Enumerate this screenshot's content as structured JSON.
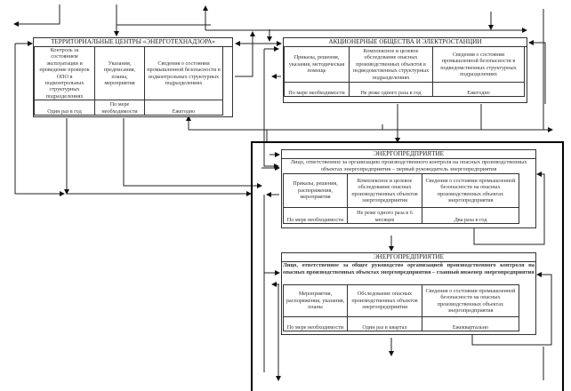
{
  "territorial": {
    "title": "ТЕРРИТОРИАЛЬНЫЕ ЦЕНТРЫ «ЭНЕРГОТЕХНАДЗОРА»",
    "columns": [
      {
        "activity": "Контроль за состоянием эксплуатации и проведение проверок ОПО в подконтрольных структурных подразделениях",
        "frequency": "Один раз в год"
      },
      {
        "activity": "Указания, предписания, планы, мероприятия",
        "frequency": "По мере необходимости"
      },
      {
        "activity": "Сведения о состоянии промышленной безопасности в подконтрольных структурных подразделениях",
        "frequency": "Ежегодно"
      }
    ]
  },
  "joint_stock": {
    "title": "АКЦИОНЕРНЫЕ ОБЩЕСТВА И ЭЛЕКТРОСТАНЦИИ",
    "columns": [
      {
        "activity": "Приказы, решения, указания, методическая помощь",
        "frequency": "По мере необходимости"
      },
      {
        "activity": "Комплексное и целевое обследование опасных производственных объектов в подведомственных структурных подразделениях",
        "frequency": "Не реже одного раза в год"
      },
      {
        "activity": "Сведения о состоянии промышленной безопасности в подведомственных структурных подразделениях",
        "frequency": "Ежегодно"
      }
    ]
  },
  "enterprise_head": {
    "title": "ЭНЕРГОПРЕДПРИЯТИЕ",
    "responsible": "Лицо, ответственное за организацию производственного контроля на опасных производственных объектах энергопредприятия – первый руководитель энергопредприятия",
    "columns": [
      {
        "activity": "Приказы, решения, распоряжения, мероприятия",
        "frequency": "По мере необходимости"
      },
      {
        "activity": "Комплексное и целевое обследование опасных производственных объектов энергопредприятия",
        "frequency": "Не реже одного раза в 6 месяцев"
      },
      {
        "activity": "Сведения о состоянии промышленной безопасности на опасных производственных объектах энергопредприятия",
        "frequency": "Два раза в год"
      }
    ]
  },
  "enterprise_engineer": {
    "title": "ЭНЕРГОПРЕДПРИЯТИЕ",
    "responsible": "Лицо, ответственное за общее руководство организацией производственного контроля на опасных производственных объектах энергопредприятия – главный инженер энергопредприятия",
    "columns": [
      {
        "activity": "Мероприятия, распоряжения, указания, планы",
        "frequency": "По мере необходимости"
      },
      {
        "activity": "Обследование опасных производственных объектов энергопредприятия",
        "frequency": "Один раз в квартал"
      },
      {
        "activity": "Сведения о состоянии промышленной безопасности на опасных производственных объектах энергопредприятия",
        "frequency": "Ежеквартально"
      }
    ]
  }
}
